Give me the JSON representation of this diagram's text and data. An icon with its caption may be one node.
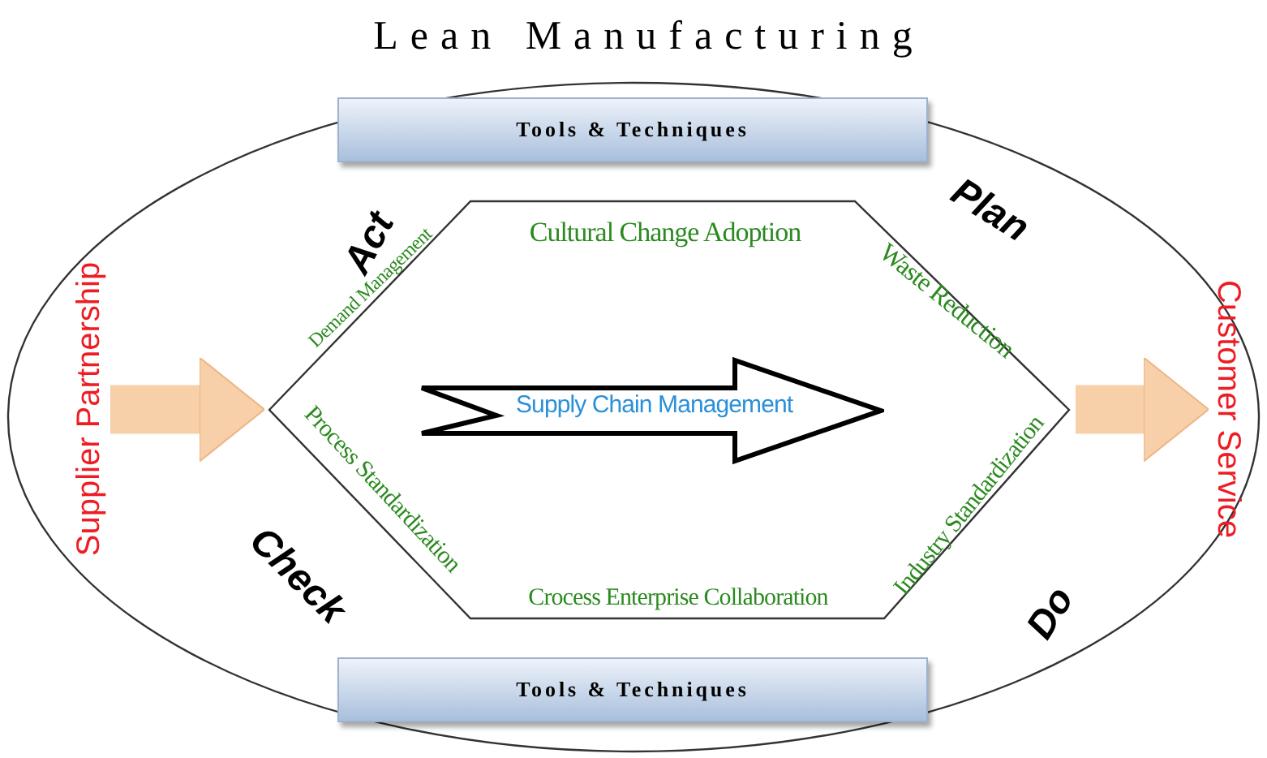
{
  "diagram": {
    "title": "Lean Manufacturing",
    "nodes": [
      {
        "text": [],
        "shape": "ellipse"
      },
      {
        "text": [
          "Tools & Techniques"
        ],
        "in": 0
      },
      {
        "text": [
          "Cultural Change Adoption",
          "Waste Reduction",
          "Industry Standardization",
          "Crocess Enterprise Collaboration",
          "Process Standardization",
          "Demand Management"
        ],
        "in": 0
      },
      {
        "text": [
          "Supply Chain Management"
        ],
        "in": 2
      },
      {
        "text": [
          "Tools & Techniques"
        ],
        "in": 0
      },
      {
        "text": [
          "Supplier Partnership"
        ],
        "in": 0
      },
      {
        "text": [
          "Customer Service"
        ],
        "in": 0
      }
    ],
    "edges": [
      {
        "from": 5,
        "to": 2,
        "arrow": "to"
      },
      {
        "from": 2,
        "to": 6,
        "arrow": "to"
      }
    ],
    "labels": [
      "Act",
      "Plan",
      "Check",
      "Do"
    ]
  }
}
